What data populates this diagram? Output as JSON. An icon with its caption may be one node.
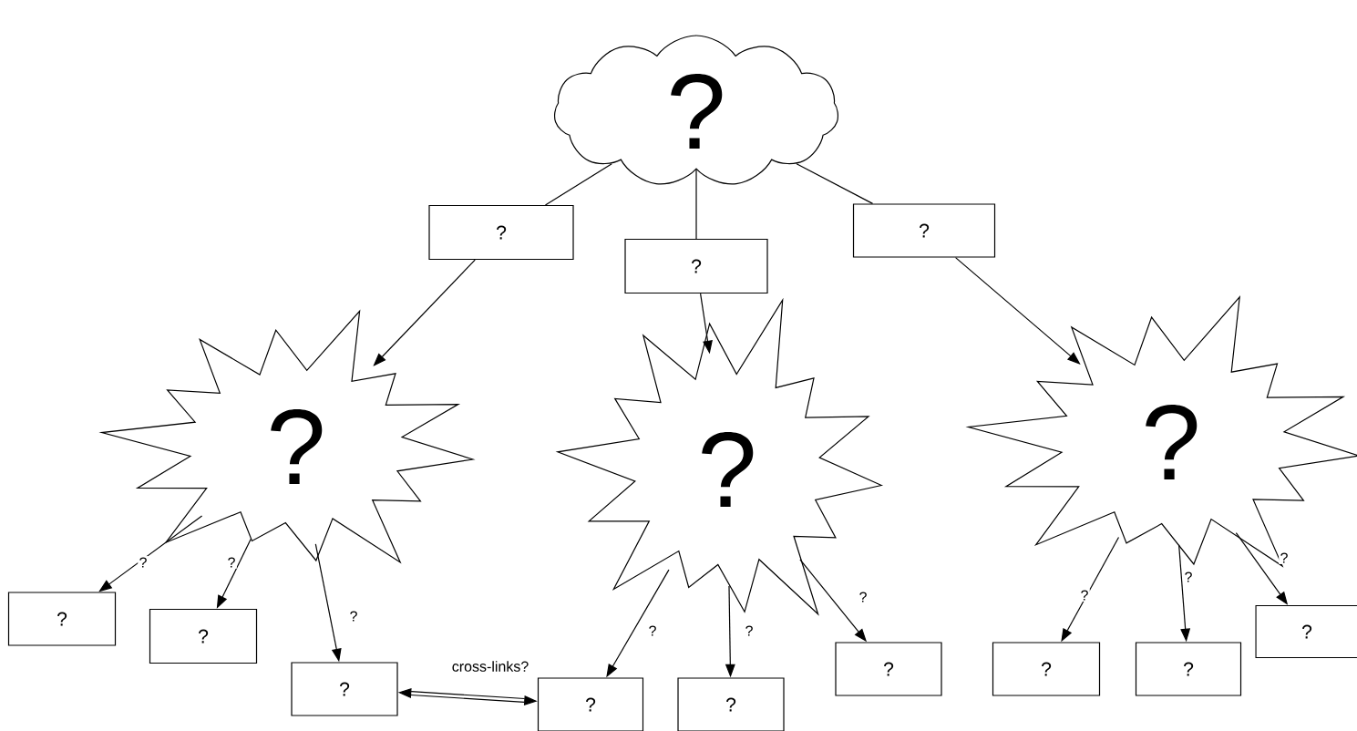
{
  "diagram": {
    "nodes": [
      {
        "text": [
          "?"
        ]
      },
      {
        "text": [
          "?"
        ]
      },
      {
        "text": [
          "?"
        ]
      },
      {
        "text": [
          "?"
        ]
      },
      {
        "text": [
          "?"
        ]
      },
      {
        "text": [
          "?"
        ]
      },
      {
        "text": [
          "?"
        ]
      },
      {
        "text": [
          "?"
        ]
      },
      {
        "text": [
          "?"
        ]
      },
      {
        "text": [
          "?"
        ]
      },
      {
        "text": [
          "?"
        ]
      },
      {
        "text": [
          "?"
        ]
      },
      {
        "text": [
          "?"
        ]
      },
      {
        "text": [
          "?"
        ]
      },
      {
        "text": [
          "?"
        ]
      },
      {
        "text": [
          "?"
        ]
      }
    ],
    "edges": [
      {
        "from": 0,
        "to": 1,
        "arrow": "none"
      },
      {
        "from": 1,
        "to": 4,
        "arrow": "to"
      },
      {
        "from": 0,
        "to": 2,
        "arrow": "none"
      },
      {
        "from": 2,
        "to": 5,
        "arrow": "to"
      },
      {
        "from": 0,
        "to": 3,
        "arrow": "none"
      },
      {
        "from": 3,
        "to": 6,
        "arrow": "to"
      },
      {
        "from": 4,
        "to": 7,
        "arrow": "to",
        "label": "?"
      },
      {
        "from": 4,
        "to": 8,
        "arrow": "to",
        "label": "?"
      },
      {
        "from": 4,
        "to": 9,
        "arrow": "to",
        "label": "?"
      },
      {
        "from": 9,
        "to": 10,
        "arrow": "both",
        "label": "cross-links?",
        "style": "thick"
      },
      {
        "from": 5,
        "to": 10,
        "arrow": "to",
        "label": "?"
      },
      {
        "from": 5,
        "to": 11,
        "arrow": "to",
        "label": "?"
      },
      {
        "from": 5,
        "to": 12,
        "arrow": "to",
        "label": "?"
      },
      {
        "from": 6,
        "to": 13,
        "arrow": "to",
        "label": "?"
      },
      {
        "from": 6,
        "to": 14,
        "arrow": "to",
        "label": "?"
      },
      {
        "from": 6,
        "to": 15,
        "arrow": "to",
        "label": "?"
      }
    ]
  }
}
